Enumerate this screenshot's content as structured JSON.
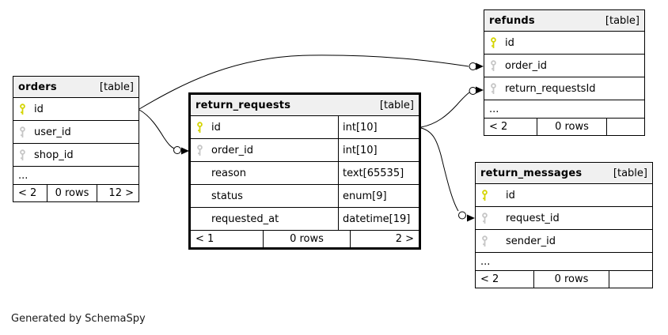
{
  "caption": "Generated by SchemaSpy",
  "colors": {
    "primary_key": "#d4d400",
    "foreign_key": "#c6c6c6",
    "header_bg": "#f0f0f0",
    "border": "#000000",
    "edge": "#000000"
  },
  "tables": {
    "orders": {
      "name": "orders",
      "tag": "[table]",
      "columns": [
        {
          "name": "id",
          "key": "primary"
        },
        {
          "name": "user_id",
          "key": "foreign"
        },
        {
          "name": "shop_id",
          "key": "foreign"
        }
      ],
      "more": "...",
      "footer": {
        "parents": "< 2",
        "rows": "0 rows",
        "children": "12 >"
      }
    },
    "return_requests": {
      "name": "return_requests",
      "tag": "[table]",
      "columns": [
        {
          "name": "id",
          "key": "primary",
          "type": "int[10]"
        },
        {
          "name": "order_id",
          "key": "foreign",
          "type": "int[10]"
        },
        {
          "name": "reason",
          "key": "none",
          "type": "text[65535]"
        },
        {
          "name": "status",
          "key": "none",
          "type": "enum[9]"
        },
        {
          "name": "requested_at",
          "key": "none",
          "type": "datetime[19]"
        }
      ],
      "footer": {
        "parents": "< 1",
        "rows": "0 rows",
        "children": "2 >"
      }
    },
    "refunds": {
      "name": "refunds",
      "tag": "[table]",
      "columns": [
        {
          "name": "id",
          "key": "primary"
        },
        {
          "name": "order_id",
          "key": "foreign"
        },
        {
          "name": "return_requestsId",
          "key": "foreign"
        }
      ],
      "more": "...",
      "footer": {
        "parents": "< 2",
        "rows": "0 rows",
        "children": ""
      }
    },
    "return_messages": {
      "name": "return_messages",
      "tag": "[table]",
      "columns": [
        {
          "name": "id",
          "key": "primary"
        },
        {
          "name": "request_id",
          "key": "foreign"
        },
        {
          "name": "sender_id",
          "key": "foreign"
        }
      ],
      "more": "...",
      "footer": {
        "parents": "< 2",
        "rows": "0 rows",
        "children": ""
      }
    }
  }
}
